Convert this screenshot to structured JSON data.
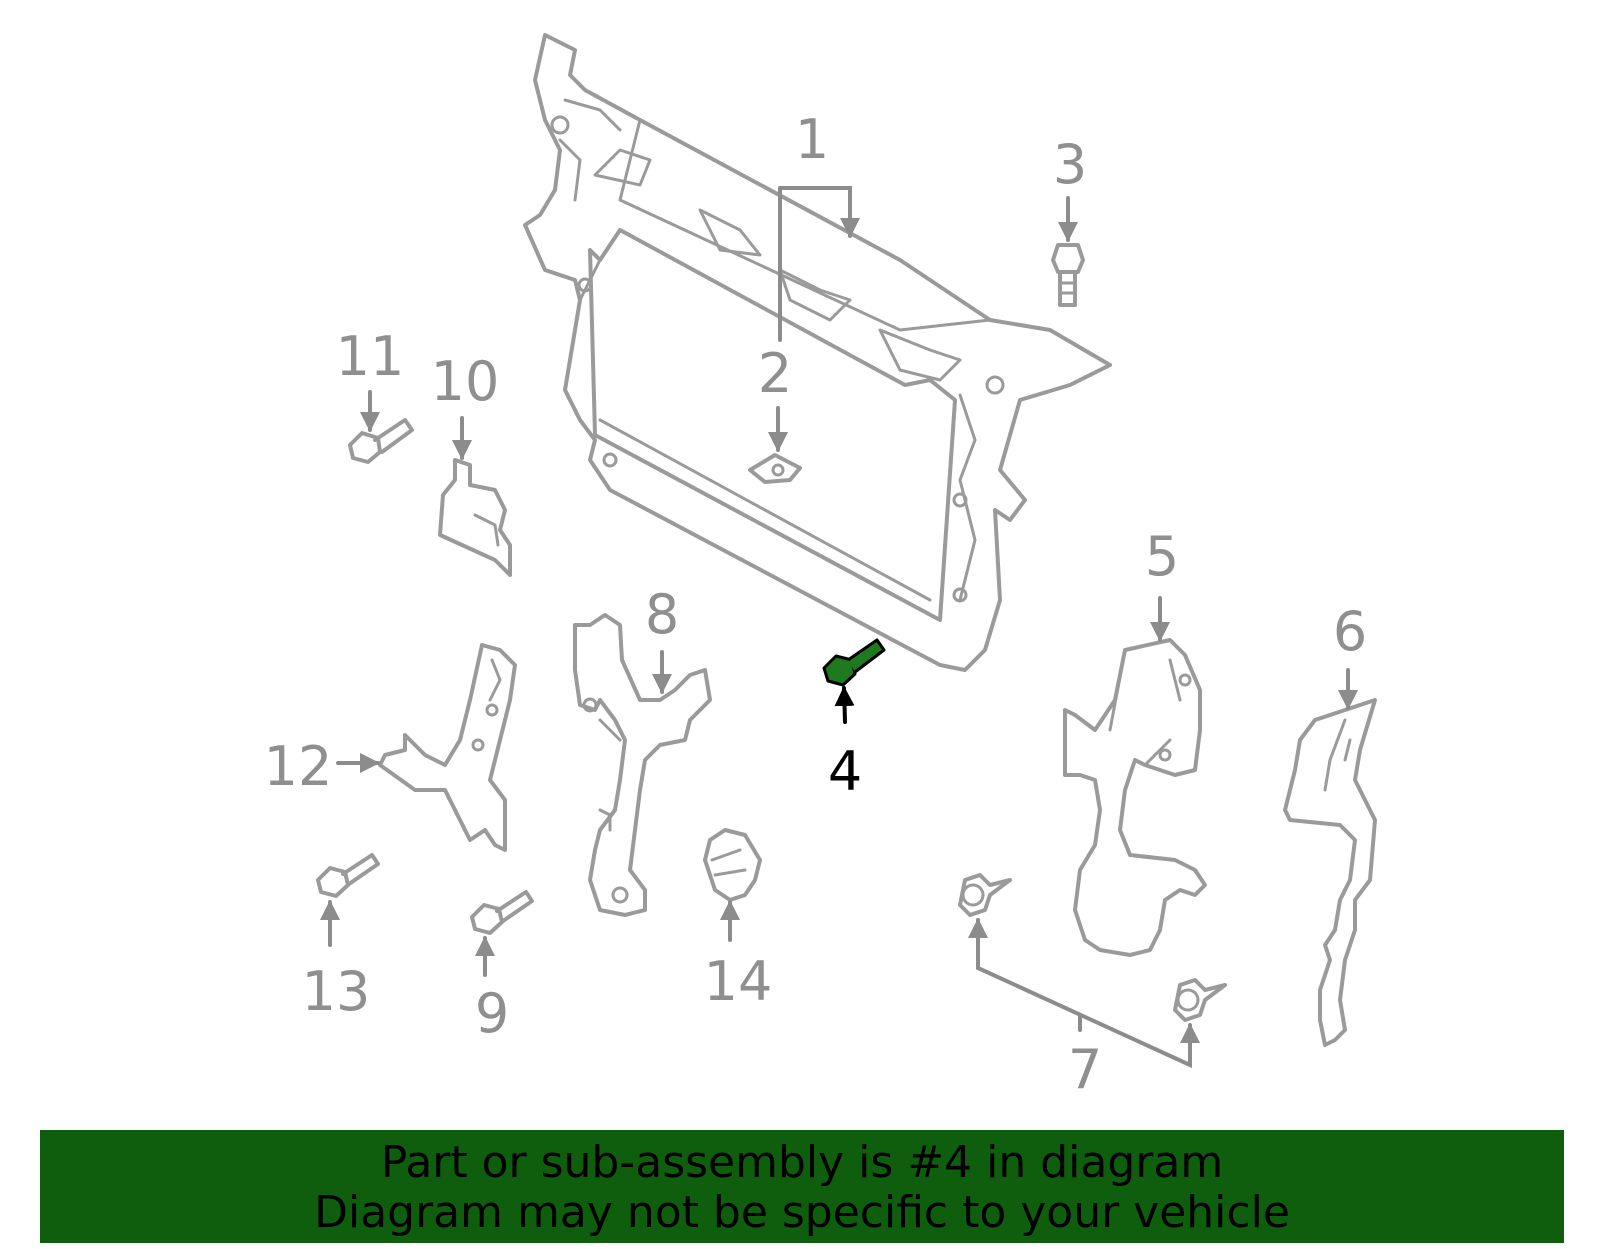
{
  "callouts": {
    "1": "1",
    "2": "2",
    "3": "3",
    "4": "4",
    "5": "5",
    "6": "6",
    "7": "7",
    "8": "8",
    "9": "9",
    "10": "10",
    "11": "11",
    "12": "12",
    "13": "13",
    "14": "14"
  },
  "selected_part": "4",
  "colors": {
    "banner": "#0e5e0e",
    "highlight": "#1f7a1f",
    "line": "#9a9a9a"
  },
  "banner": {
    "line1": "Part or sub-assembly is #4 in diagram",
    "line2": "Diagram may not be specific to your vehicle"
  }
}
